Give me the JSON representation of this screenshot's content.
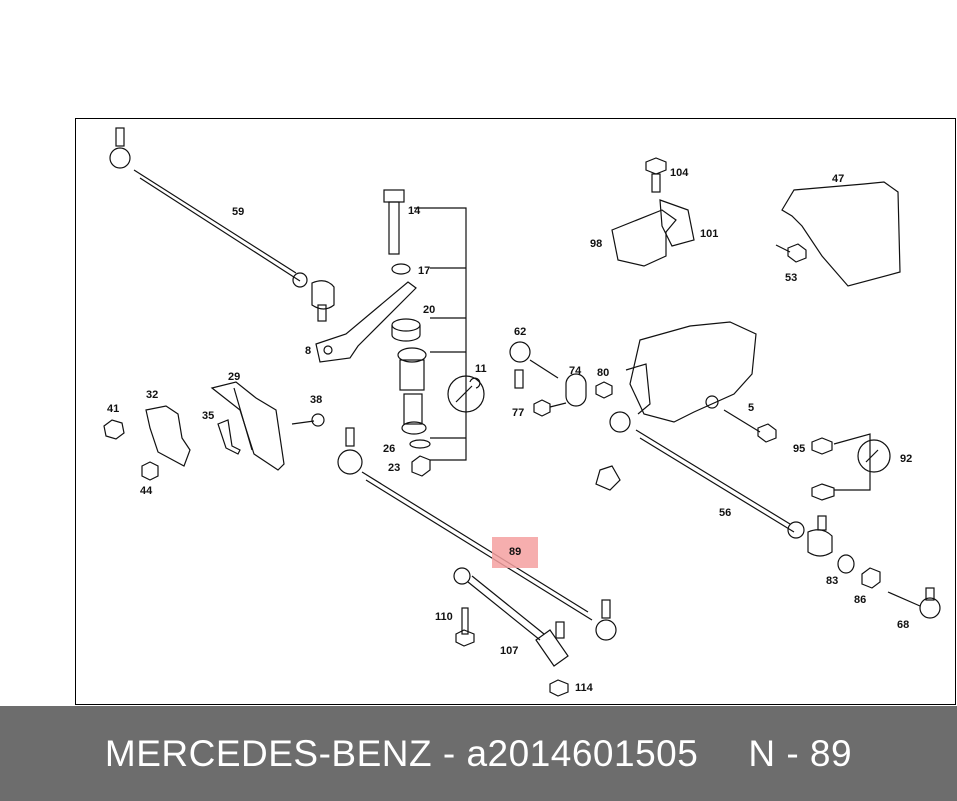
{
  "callouts": {
    "c59": "59",
    "c14": "14",
    "c17": "17",
    "c20": "20",
    "c8": "8",
    "c11": "11",
    "c26": "26",
    "c23": "23",
    "c29": "29",
    "c32": "32",
    "c35": "35",
    "c38": "38",
    "c41": "41",
    "c44": "44",
    "c104": "104",
    "c98": "98",
    "c101": "101",
    "c47": "47",
    "c53": "53",
    "c62": "62",
    "c74": "74",
    "c80": "80",
    "c77": "77",
    "c5": "5",
    "c95": "95",
    "c92": "92",
    "c56": "56",
    "c83": "83",
    "c86": "86",
    "c68": "68",
    "c110": "110",
    "c107": "107",
    "c114": "114"
  },
  "highlight": {
    "label": "89",
    "color": "#f4a0a0"
  },
  "footer": {
    "brand": "MERCEDES-BENZ - a2014601505",
    "ref": "N - 89"
  },
  "colors": {
    "footer_bg": "#6d6d6d",
    "line": "#111111"
  }
}
